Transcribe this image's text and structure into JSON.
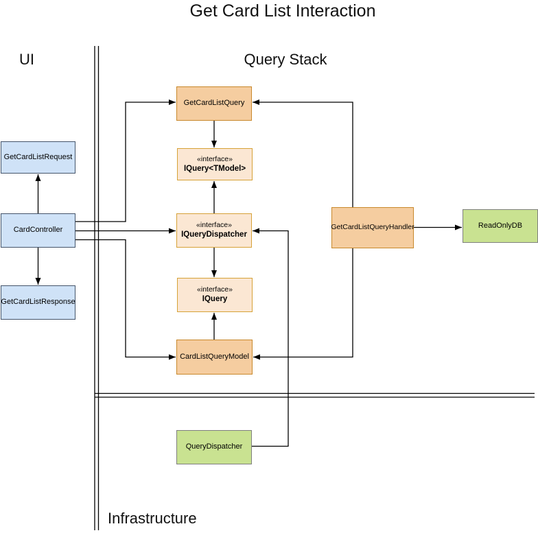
{
  "title": "Get Card List Interaction",
  "lanes": {
    "ui": "UI",
    "query_stack": "Query Stack",
    "infrastructure": "Infrastructure"
  },
  "nodes": {
    "get_card_list_request": {
      "label": "GetCardListRequest",
      "color": "blue"
    },
    "card_controller": {
      "label": "CardController",
      "color": "blue"
    },
    "get_card_list_response": {
      "label": "GetCardListResponse",
      "color": "blue"
    },
    "get_card_list_query": {
      "label": "GetCardListQuery",
      "color": "orange"
    },
    "iquery_tmodel": {
      "stereotype": "«interface»",
      "label": "IQuery<TModel>",
      "color": "light-orange"
    },
    "iquery_dispatcher": {
      "stereotype": "«interface»",
      "label": "IQueryDispatcher",
      "color": "light-orange"
    },
    "iquery": {
      "stereotype": "«interface»",
      "label": "IQuery",
      "color": "light-orange"
    },
    "card_list_query_model": {
      "label": "CardListQueryModel",
      "color": "orange"
    },
    "get_card_list_query_handler": {
      "label": "GetCardListQueryHandler",
      "color": "orange"
    },
    "read_only_db": {
      "label": "ReadOnlyDB",
      "color": "green"
    },
    "query_dispatcher": {
      "label": "QueryDispatcher",
      "color": "green"
    }
  },
  "edges": [
    {
      "from": "CardController",
      "to": "GetCardListRequest"
    },
    {
      "from": "CardController",
      "to": "GetCardListResponse"
    },
    {
      "from": "CardController",
      "to": "GetCardListQuery"
    },
    {
      "from": "CardController",
      "to": "IQueryDispatcher"
    },
    {
      "from": "CardController",
      "to": "CardListQueryModel"
    },
    {
      "from": "GetCardListQuery",
      "to": "IQuery<TModel>"
    },
    {
      "from": "IQueryDispatcher",
      "to": "IQuery<TModel>"
    },
    {
      "from": "IQueryDispatcher",
      "to": "IQuery"
    },
    {
      "from": "CardListQueryModel",
      "to": "IQuery"
    },
    {
      "from": "GetCardListQueryHandler",
      "to": "GetCardListQuery"
    },
    {
      "from": "GetCardListQueryHandler",
      "to": "CardListQueryModel"
    },
    {
      "from": "GetCardListQueryHandler",
      "to": "ReadOnlyDB"
    },
    {
      "from": "QueryDispatcher",
      "to": "IQueryDispatcher"
    }
  ],
  "colors": {
    "blue_fill": "#cfe2f7",
    "blue_stroke": "#44546a",
    "orange_fill": "#f5cda0",
    "orange_stroke": "#c8882b",
    "interface_fill": "#fbe7d3",
    "interface_stroke": "#d6a136",
    "green_fill": "#c9e291",
    "green_stroke": "#7f7f7f",
    "line": "#000000",
    "background": "#ffffff"
  }
}
